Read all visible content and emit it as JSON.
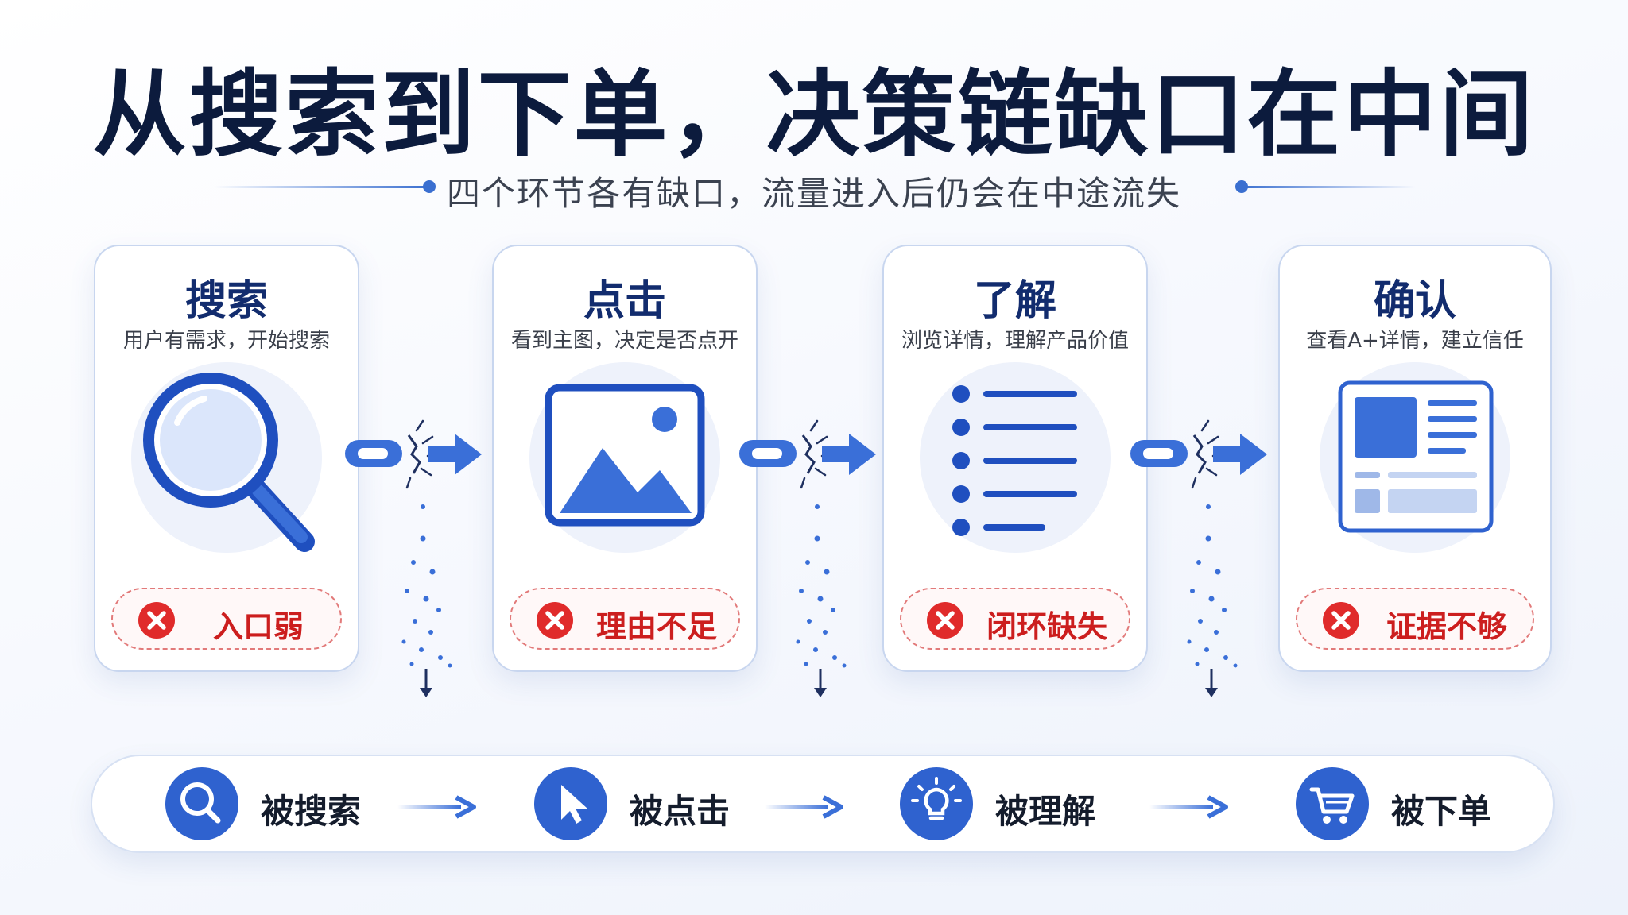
{
  "title": "从搜索到下单，决策链缺口在中间",
  "subtitle": "四个环节各有缺口，流量进入后仍会在中途流失",
  "colors": {
    "title": "#0c1b3d",
    "accent": "#2f62cf",
    "card_border": "#c8d6ef",
    "gap_red": "#cc1e1e"
  },
  "stages": [
    {
      "title": "搜索",
      "desc": "用户有需求，开始搜索",
      "icon": "magnifier-icon",
      "gap": "入口弱"
    },
    {
      "title": "点击",
      "desc": "看到主图，决定是否点开",
      "icon": "image-icon",
      "gap": "理由不足"
    },
    {
      "title": "了解",
      "desc": "浏览详情，理解产品价值",
      "icon": "list-icon",
      "gap": "闭环缺失"
    },
    {
      "title": "确认",
      "desc": "查看A+详情，建立信任",
      "icon": "detail-page-icon",
      "gap": "证据不够"
    }
  ],
  "flow": [
    {
      "label": "被搜索",
      "icon": "search-icon"
    },
    {
      "label": "被点击",
      "icon": "cursor-icon"
    },
    {
      "label": "被理解",
      "icon": "lightbulb-icon"
    },
    {
      "label": "被下单",
      "icon": "cart-icon"
    }
  ]
}
